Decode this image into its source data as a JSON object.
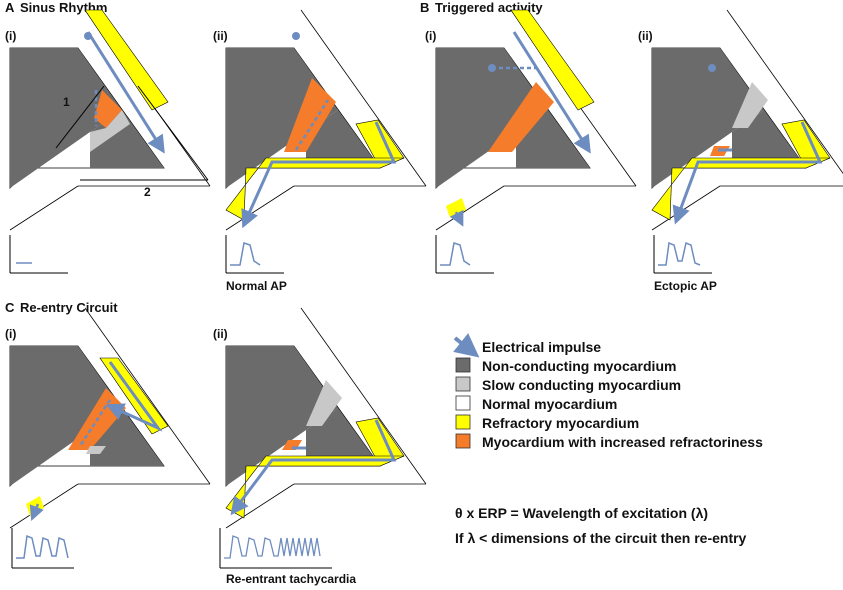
{
  "colors": {
    "non_conducting": "#6b6b6b",
    "slow_conducting": "#c8c8c8",
    "normal": "#ffffff",
    "refractory": "#ffff00",
    "increased_refractoriness": "#f47c2a",
    "impulse": "#6d8cbf"
  },
  "sections": {
    "a": {
      "letter": "A",
      "title": "Sinus Rhythm"
    },
    "b": {
      "letter": "B",
      "title": "Triggered activity"
    },
    "c": {
      "letter": "C",
      "title": "Re-entry Circuit"
    }
  },
  "panels": {
    "a1": {
      "label": "(i)",
      "dim1": "1",
      "dim2": "2"
    },
    "a2": {
      "label": "(ii)",
      "caption": "Normal AP"
    },
    "b1": {
      "label": "(i)"
    },
    "b2": {
      "label": "(ii)",
      "caption": "Ectopic AP"
    },
    "c1": {
      "label": "(i)"
    },
    "c2": {
      "label": "(ii)",
      "caption": "Re-entrant tachycardia"
    }
  },
  "legend": [
    {
      "icon": "impulse-arrow-icon",
      "label": "Electrical impulse"
    },
    {
      "icon": "non-conducting-swatch",
      "label": "Non-conducting myocardium"
    },
    {
      "icon": "slow-conducting-swatch",
      "label": "Slow conducting myocardium"
    },
    {
      "icon": "normal-swatch",
      "label": "Normal myocardium"
    },
    {
      "icon": "refractory-swatch",
      "label": "Refractory myocardium"
    },
    {
      "icon": "increased-refractoriness-swatch",
      "label": "Myocardium with increased refractoriness"
    }
  ],
  "equations": {
    "line1": "θ x ERP = Wavelength of excitation (λ)",
    "line2": "If λ < dimensions of the circuit then re-entry"
  }
}
